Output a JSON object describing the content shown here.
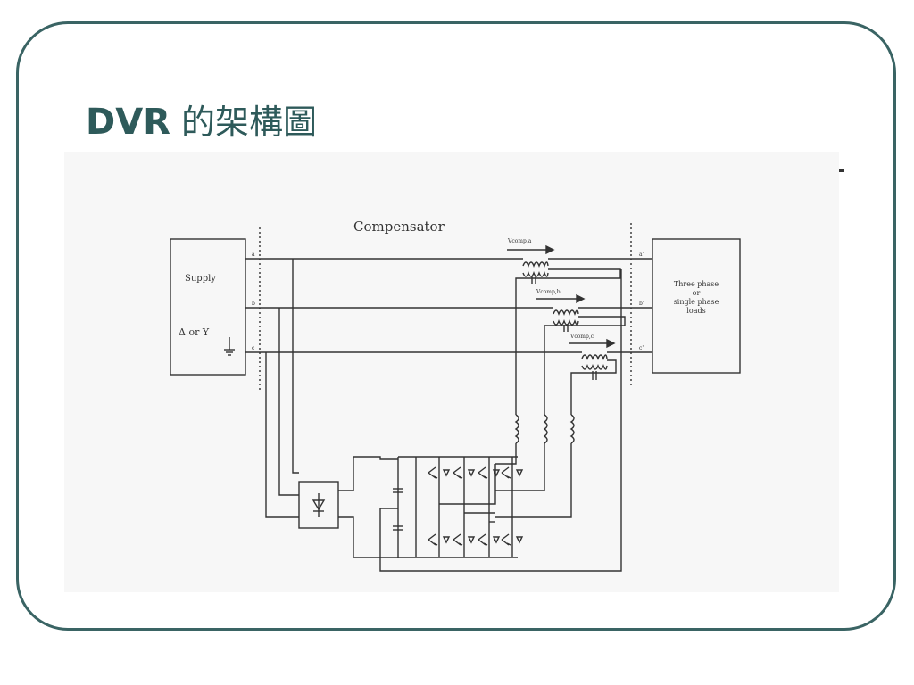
{
  "slide": {
    "title_latin": "DVR",
    "title_cjk": "的架構圖",
    "dash": "-"
  },
  "diagram": {
    "compensator_label": "Compensator",
    "supply_label": "Supply",
    "supply_connection": "Δ or Y",
    "load_line1": "Three phase",
    "load_line2": "or",
    "load_line3": "single phase",
    "load_line4": "loads",
    "phase_a_in": "a",
    "phase_b_in": "b",
    "phase_c_in": "c",
    "phase_a_out": "a'",
    "phase_b_out": "b'",
    "phase_c_out": "c'",
    "vcomp_a": "Vcomp,a",
    "vcomp_b": "Vcomp,b",
    "vcomp_c": "Vcomp,c"
  }
}
